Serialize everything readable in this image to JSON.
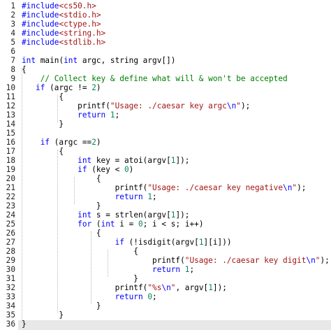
{
  "lines": [
    {
      "num": "1",
      "parts": [
        [
          "pp",
          "#include"
        ],
        [
          "st",
          "<cs50.h>"
        ]
      ]
    },
    {
      "num": "2",
      "parts": [
        [
          "pp",
          "#include"
        ],
        [
          "st",
          "<stdio.h>"
        ]
      ]
    },
    {
      "num": "3",
      "parts": [
        [
          "pp",
          "#include"
        ],
        [
          "st",
          "<ctype.h>"
        ]
      ]
    },
    {
      "num": "4",
      "parts": [
        [
          "pp",
          "#include"
        ],
        [
          "st",
          "<string.h>"
        ]
      ]
    },
    {
      "num": "5",
      "parts": [
        [
          "pp",
          "#include"
        ],
        [
          "st",
          "<stdlib.h>"
        ]
      ]
    },
    {
      "num": "6",
      "parts": []
    },
    {
      "num": "7",
      "parts": [
        [
          "kw",
          "int"
        ],
        [
          "fn",
          " main("
        ],
        [
          "kw",
          "int"
        ],
        [
          "fn",
          " argc, string argv[])"
        ]
      ]
    },
    {
      "num": "8",
      "parts": [
        [
          "fn",
          "{"
        ]
      ]
    },
    {
      "num": "9",
      "parts": [
        [
          "fn",
          "    "
        ],
        [
          "cm",
          "// Collect key & define what will & won't be accepted"
        ]
      ]
    },
    {
      "num": "10",
      "parts": [
        [
          "fn",
          "   "
        ],
        [
          "kw",
          "if"
        ],
        [
          "fn",
          " (argc != "
        ],
        [
          "nu",
          "2"
        ],
        [
          "fn",
          ")"
        ]
      ]
    },
    {
      "num": "11",
      "parts": [
        [
          "fn",
          "        {"
        ]
      ]
    },
    {
      "num": "12",
      "parts": [
        [
          "fn",
          "            printf("
        ],
        [
          "st",
          "\"Usage: ./caesar key argc"
        ],
        [
          "esc",
          "\\n"
        ],
        [
          "st",
          "\""
        ],
        [
          "fn",
          ");"
        ]
      ]
    },
    {
      "num": "13",
      "parts": [
        [
          "fn",
          "            "
        ],
        [
          "kw",
          "return"
        ],
        [
          "fn",
          " "
        ],
        [
          "nu",
          "1"
        ],
        [
          "fn",
          ";"
        ]
      ]
    },
    {
      "num": "14",
      "parts": [
        [
          "fn",
          "        }"
        ]
      ]
    },
    {
      "num": "15",
      "parts": []
    },
    {
      "num": "16",
      "parts": [
        [
          "fn",
          "    "
        ],
        [
          "kw",
          "if"
        ],
        [
          "fn",
          " (argc =="
        ],
        [
          "nu",
          "2"
        ],
        [
          "fn",
          ")"
        ]
      ]
    },
    {
      "num": "17",
      "parts": [
        [
          "fn",
          "        {"
        ]
      ]
    },
    {
      "num": "18",
      "parts": [
        [
          "fn",
          "            "
        ],
        [
          "kw",
          "int"
        ],
        [
          "fn",
          " key = atoi(argv["
        ],
        [
          "nu",
          "1"
        ],
        [
          "fn",
          "]);"
        ]
      ]
    },
    {
      "num": "19",
      "parts": [
        [
          "fn",
          "            "
        ],
        [
          "kw",
          "if"
        ],
        [
          "fn",
          " (key < "
        ],
        [
          "nu",
          "0"
        ],
        [
          "fn",
          ")"
        ]
      ]
    },
    {
      "num": "20",
      "parts": [
        [
          "fn",
          "                {"
        ]
      ]
    },
    {
      "num": "21",
      "parts": [
        [
          "fn",
          "                    printf("
        ],
        [
          "st",
          "\"Usage: ./caesar key negative"
        ],
        [
          "esc",
          "\\n"
        ],
        [
          "st",
          "\""
        ],
        [
          "fn",
          ");"
        ]
      ]
    },
    {
      "num": "22",
      "parts": [
        [
          "fn",
          "                    "
        ],
        [
          "kw",
          "return"
        ],
        [
          "fn",
          " "
        ],
        [
          "nu",
          "1"
        ],
        [
          "fn",
          ";"
        ]
      ]
    },
    {
      "num": "23",
      "parts": [
        [
          "fn",
          "                }"
        ]
      ]
    },
    {
      "num": "24",
      "parts": [
        [
          "fn",
          "            "
        ],
        [
          "kw",
          "int"
        ],
        [
          "fn",
          " s = strlen(argv["
        ],
        [
          "nu",
          "1"
        ],
        [
          "fn",
          "]);"
        ]
      ]
    },
    {
      "num": "25",
      "parts": [
        [
          "fn",
          "            "
        ],
        [
          "kw",
          "for"
        ],
        [
          "fn",
          " ("
        ],
        [
          "kw",
          "int"
        ],
        [
          "fn",
          " i = "
        ],
        [
          "nu",
          "0"
        ],
        [
          "fn",
          "; i < s; i++)"
        ]
      ]
    },
    {
      "num": "26",
      "parts": [
        [
          "fn",
          "                {"
        ]
      ]
    },
    {
      "num": "27",
      "parts": [
        [
          "fn",
          "                    "
        ],
        [
          "kw",
          "if"
        ],
        [
          "fn",
          " (!isdigit(argv["
        ],
        [
          "nu",
          "1"
        ],
        [
          "fn",
          "][i]))"
        ]
      ]
    },
    {
      "num": "28",
      "parts": [
        [
          "fn",
          "                        {"
        ]
      ]
    },
    {
      "num": "29",
      "parts": [
        [
          "fn",
          "                            printf("
        ],
        [
          "st",
          "\"Usage: ./caesar key digit"
        ],
        [
          "esc",
          "\\n"
        ],
        [
          "st",
          "\""
        ],
        [
          "fn",
          ");"
        ]
      ]
    },
    {
      "num": "30",
      "parts": [
        [
          "fn",
          "                            "
        ],
        [
          "kw",
          "return"
        ],
        [
          "fn",
          " "
        ],
        [
          "nu",
          "1"
        ],
        [
          "fn",
          ";"
        ]
      ]
    },
    {
      "num": "31",
      "parts": [
        [
          "fn",
          "                        }"
        ]
      ]
    },
    {
      "num": "32",
      "parts": [
        [
          "fn",
          "                    printf("
        ],
        [
          "st",
          "\"%s"
        ],
        [
          "esc",
          "\\n"
        ],
        [
          "st",
          "\""
        ],
        [
          "fn",
          ", argv["
        ],
        [
          "nu",
          "1"
        ],
        [
          "fn",
          "]);"
        ]
      ]
    },
    {
      "num": "33",
      "parts": [
        [
          "fn",
          "                    "
        ],
        [
          "kw",
          "return"
        ],
        [
          "fn",
          " "
        ],
        [
          "nu",
          "0"
        ],
        [
          "fn",
          ";"
        ]
      ]
    },
    {
      "num": "34",
      "parts": [
        [
          "fn",
          "                }"
        ]
      ]
    },
    {
      "num": "35",
      "parts": [
        [
          "fn",
          "        }"
        ]
      ]
    },
    {
      "num": "36",
      "parts": [
        [
          "fn",
          "}"
        ]
      ]
    }
  ],
  "colors": {
    "keyword": "#0000ff",
    "comment": "#008000",
    "string": "#a31515",
    "number": "#098658",
    "text": "#000000",
    "line_number": "#222222",
    "current_line_bg": "#e8e8e8"
  }
}
